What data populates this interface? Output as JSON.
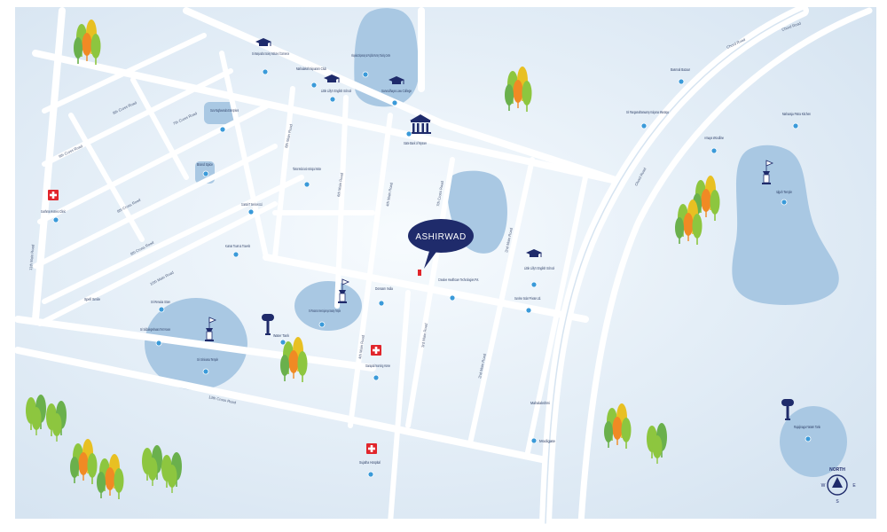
{
  "colors": {
    "road": "#ffffff",
    "lake": "#a9c8e3",
    "pin": "#3a9ad9",
    "icon": "#1f2b6b",
    "hospital": "#e1252b",
    "callout": "#1f2b6b"
  },
  "project": {
    "name": "ASHIRWAD"
  },
  "compass": {
    "north": "NORTH",
    "w": "W",
    "e": "E",
    "s": "S"
  },
  "roads": {
    "r1": "8th Cross Road",
    "r2": "7th Cross Road",
    "r3": "9th Cross Road",
    "r4": "8th Cross Road",
    "r5": "8th Cross Road",
    "r6": "10th Main Road",
    "r7": "11th Main Road",
    "r8": "8th Main Road",
    "r9": "6th Main Road",
    "r10": "4th Main Road",
    "r11": "3rd Main Road",
    "r12": "4th Main Road",
    "r13": "2nd Main Road",
    "r14": "2nd Main Road",
    "r15": "13th Cross Road",
    "r16": "Chord Road",
    "r17": "Chord Road",
    "r18": "7th Cross Road",
    "r19": "Chord Road"
  },
  "places": {
    "p1": "Sri Manjunatha Society Institute of Commerce",
    "p2": "Mahalakshmipuram Club",
    "p3": "Little Lilly's English School",
    "p4": "Vinayaka Dispensary & Poojitha Rummy Training Centre",
    "p5": "Sarvodhaya Law College",
    "p6": "State Bank of Mysore",
    "p7": "Guru Raghavendra Enterprises",
    "p8": "Brand Spice",
    "p9": "Tibetian Medical and Astrological Institute",
    "p10": "Sushma Homeo Clinic",
    "p11": "Coastal IT Services Ltd.",
    "p12": "Kumar Tours & Travels",
    "p13": "Spell Smile",
    "p14": "Sri Renuka Store",
    "p15": "Sri Prasanna Veeranjaneya Swamy Temple",
    "p16": "Sri Siddalingeshwara Tent House",
    "p17": "Sri Srinivasa Temple",
    "p18": "Water Tank",
    "p19": "Dossam India",
    "p20": "Ganapati Nursing Home",
    "p21": "Sujatha Hospital",
    "p22": "Creative Healthcare Technologies Pvt.",
    "p23": "Little Lilly's English School",
    "p24": "Sunrise Solar Private Ltd.",
    "p25": "Mahalakshmi",
    "p26": "Modigate",
    "p27": "Basmati Bazaar",
    "p28": "Sri Ranganathaswamy Kalyana Mantapa",
    "p29": "Amaya Woodline",
    "p30": "Maharaja Patra Kitchen",
    "p31": "Idgah Temple",
    "p32": "Rajajinagar Water Tank"
  }
}
